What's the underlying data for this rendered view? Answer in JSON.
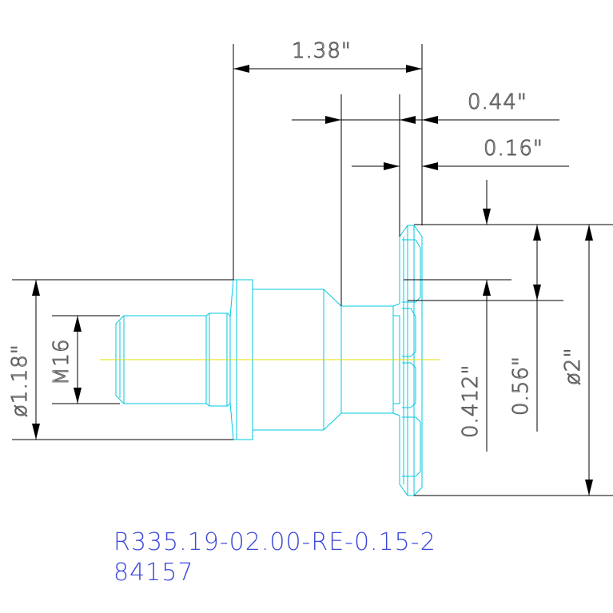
{
  "colors": {
    "dimension": "#000000",
    "part_outline": "#00c8e0",
    "centerline": "#e0e000",
    "dim_text": "#555555",
    "title": "#3b48d8"
  },
  "dimensions": {
    "overall_length": "1.38\"",
    "head_thickness": "0.44\"",
    "flange_thickness": "0.16\"",
    "shank_diameter": "ø1.18\"",
    "thread_spec": "M16",
    "step_a": "0.412\"",
    "step_b": "0.56\"",
    "head_diameter": "ø2\""
  },
  "title_block": {
    "part_number": "R335.19-02.00-RE-0.15-2",
    "item_code": "84157"
  }
}
